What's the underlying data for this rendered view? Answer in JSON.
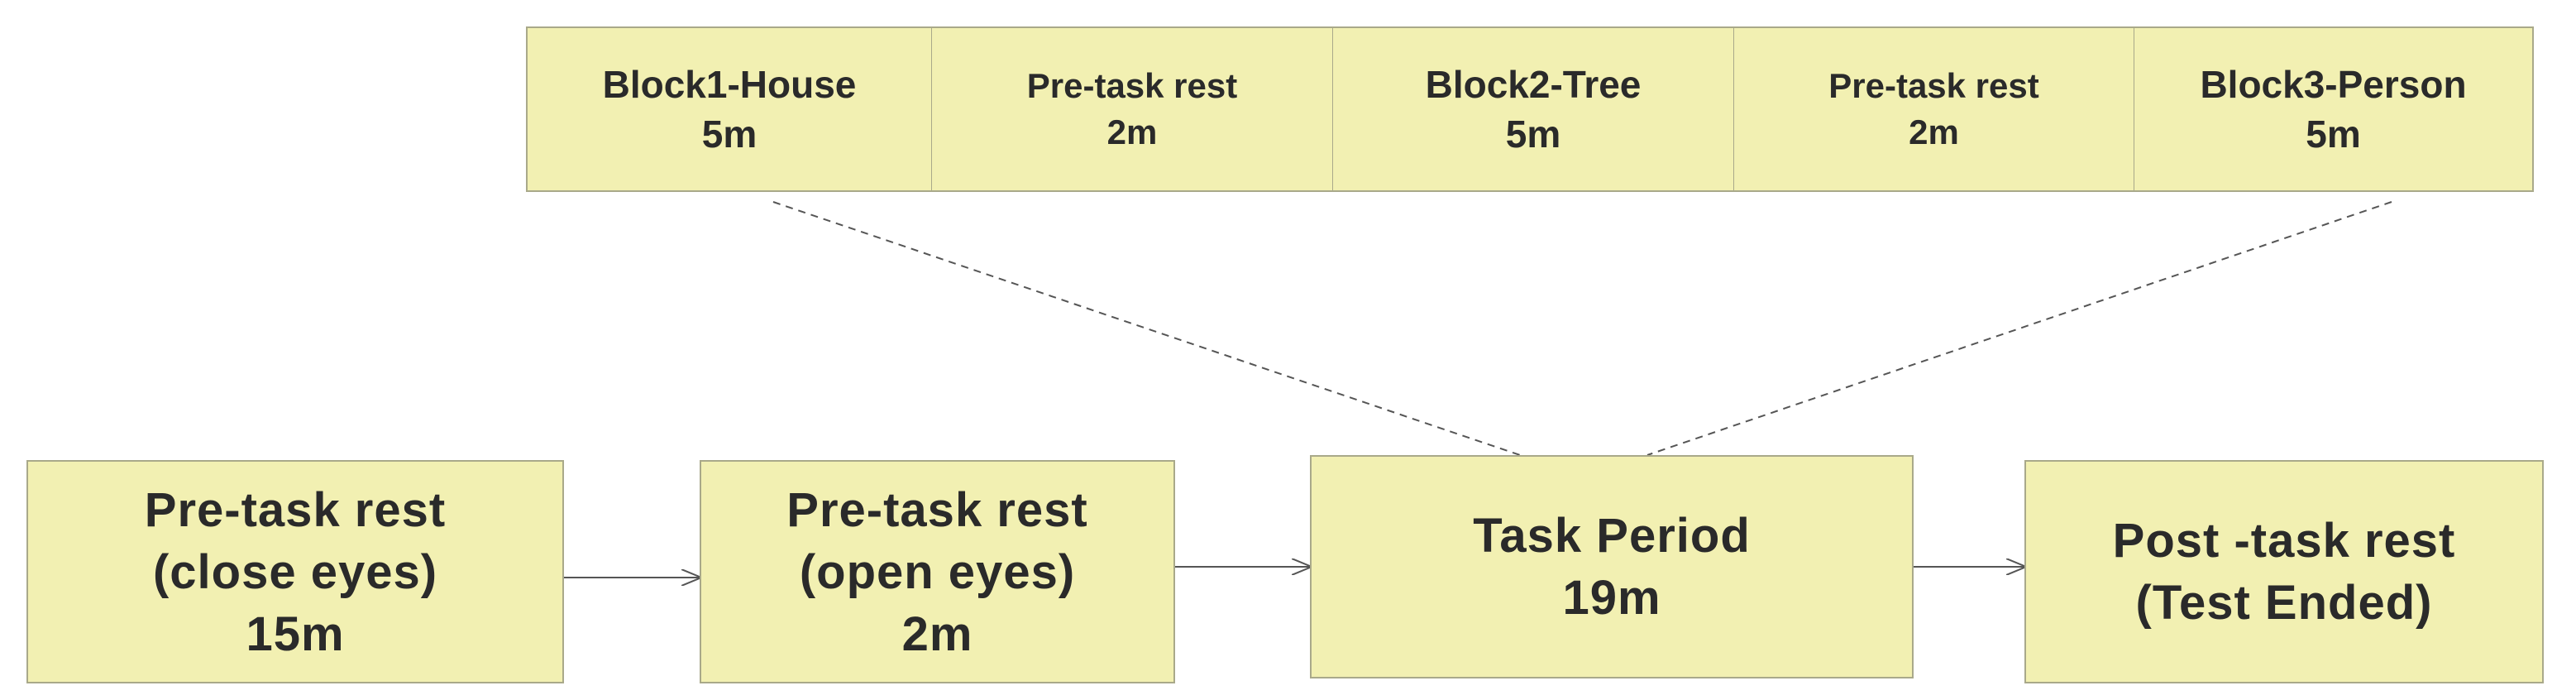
{
  "diagram": {
    "colors": {
      "box_fill": "#f2f0b2",
      "box_border": "#a9a98a",
      "text": "#2a2a2a",
      "connector": "#555555"
    },
    "task_blocks": [
      {
        "line1": "Block1-House",
        "line2": "5m"
      },
      {
        "line1": "Pre-task rest",
        "line2": "2m"
      },
      {
        "line1": "Block2-Tree",
        "line2": "5m"
      },
      {
        "line1": "Pre-task rest",
        "line2": "2m"
      },
      {
        "line1": "Block3-Person",
        "line2": "5m"
      }
    ],
    "stages": [
      {
        "line1": "Pre-task rest",
        "line2": "(close  eyes)",
        "line3": "15m"
      },
      {
        "line1": "Pre-task rest",
        "line2": "(open  eyes)",
        "line3": "2m"
      },
      {
        "line1": "Task  Period",
        "line2": "19m"
      },
      {
        "line1": "Post -task rest",
        "line2": "(Test Ended)"
      }
    ]
  }
}
